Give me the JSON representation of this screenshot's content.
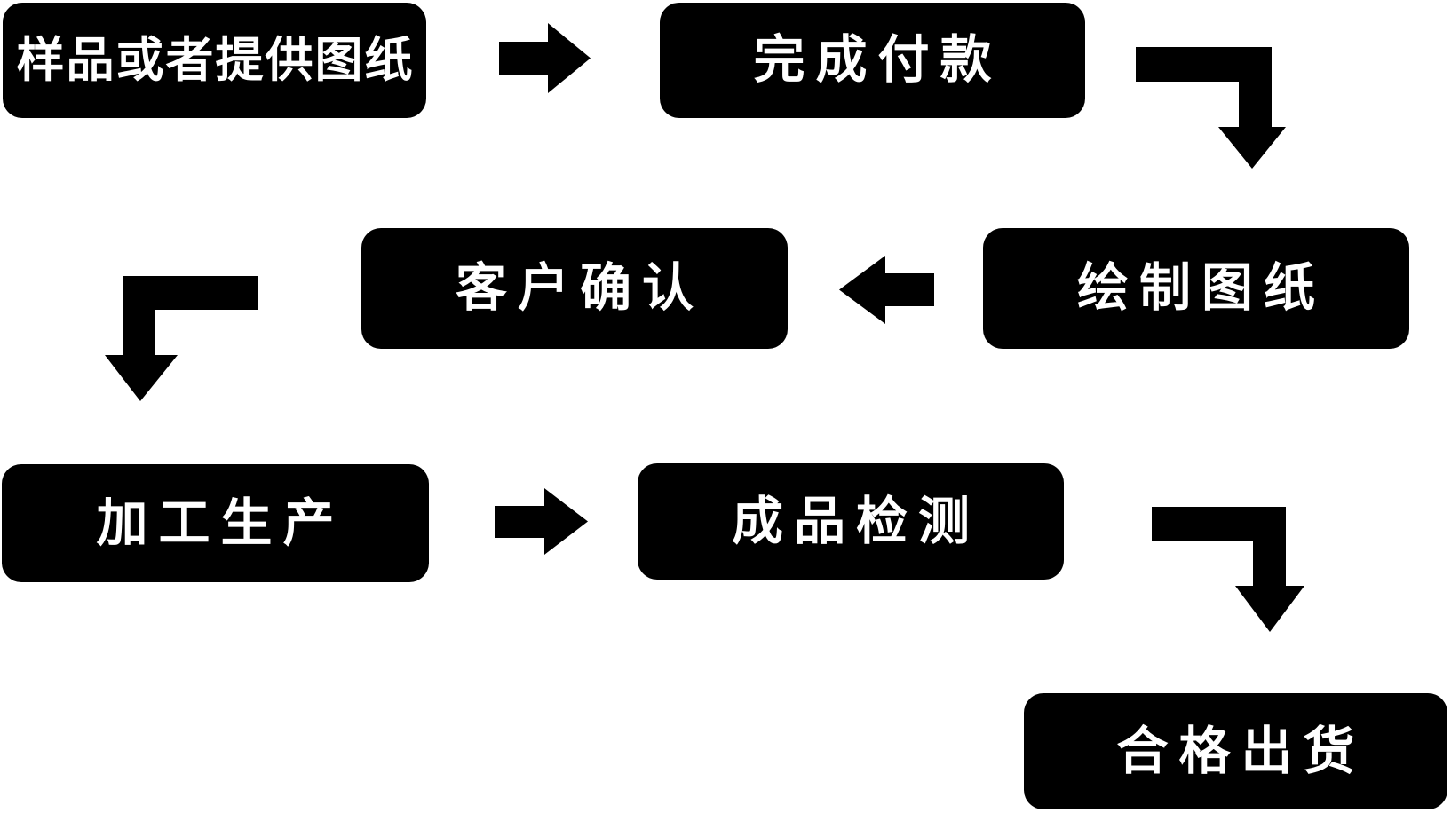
{
  "diagram": {
    "type": "flowchart",
    "colors": {
      "background": "#ffffff",
      "node_fill": "#000000",
      "node_text": "#ffffff",
      "arrow": "#000000"
    },
    "nodes": [
      {
        "id": "sample-or-drawing",
        "label": "样品或者提供图纸"
      },
      {
        "id": "complete-payment",
        "label": "完成付款"
      },
      {
        "id": "draw-drawings",
        "label": "绘制图纸"
      },
      {
        "id": "customer-confirm",
        "label": "客户确认"
      },
      {
        "id": "production",
        "label": "加工生产"
      },
      {
        "id": "product-inspection",
        "label": "成品检测"
      },
      {
        "id": "qualified-shipment",
        "label": "合格出货"
      }
    ],
    "flow": [
      {
        "from": "样品或者提供图纸",
        "to": "完成付款",
        "arrow": "right"
      },
      {
        "from": "完成付款",
        "to": "绘制图纸",
        "arrow": "elbow-right-down"
      },
      {
        "from": "绘制图纸",
        "to": "客户确认",
        "arrow": "left"
      },
      {
        "from": "客户确认",
        "to": "加工生产",
        "arrow": "elbow-left-down"
      },
      {
        "from": "加工生产",
        "to": "成品检测",
        "arrow": "right"
      },
      {
        "from": "成品检测",
        "to": "合格出货",
        "arrow": "elbow-right-down"
      }
    ]
  }
}
